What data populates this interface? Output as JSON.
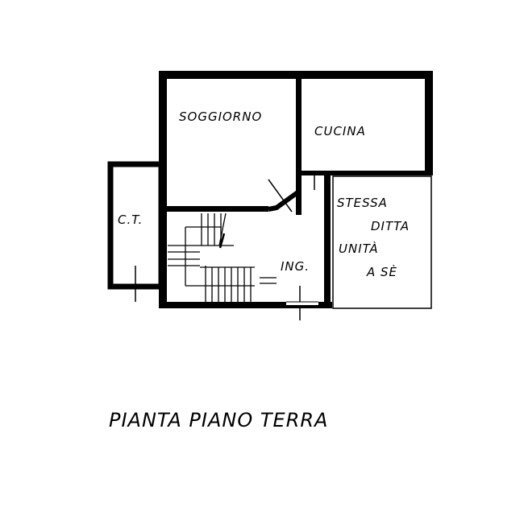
{
  "rooms": {
    "soggiorno": "SOGGIORNO",
    "cucina": "CUCINA",
    "ct": "C.T.",
    "ingresso": "ING.",
    "stessa_line1": "STESSA",
    "stessa_line2": "DITTA",
    "stessa_line3": "UNITÀ",
    "stessa_line4": "A SÈ"
  },
  "title": "PIANTA PIANO TERRA"
}
